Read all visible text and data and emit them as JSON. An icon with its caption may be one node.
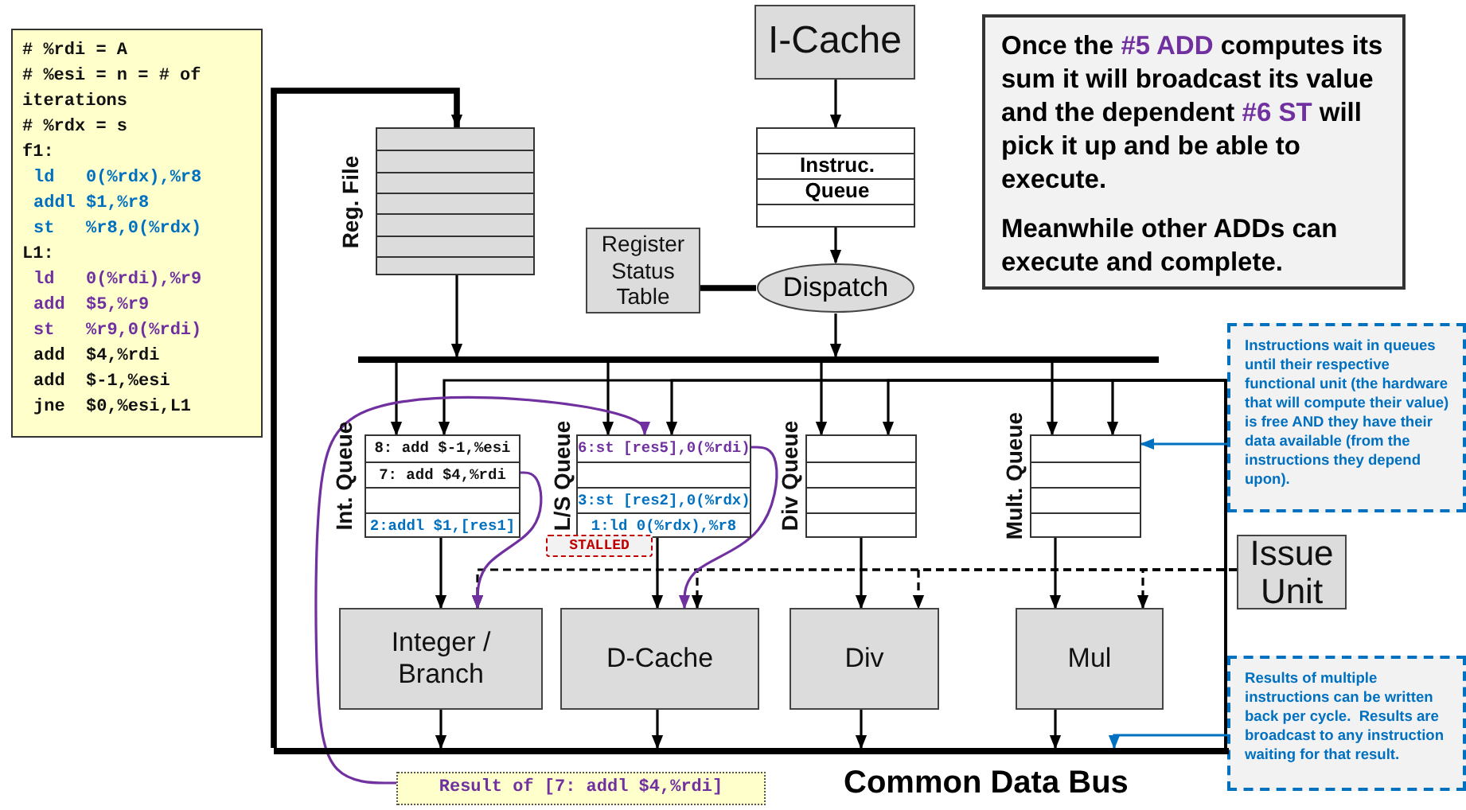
{
  "diagram": {
    "nodes": [
      {
        "text": [
          "# %rdi = A",
          "# %esi = n = # of iterations",
          "# %rdx = s",
          "f1:",
          "ld   0(%rdx),%r8",
          "addl $1,%r8",
          "st   %r8,0(%rdx)",
          "L1:",
          "ld   0(%rdi),%r9",
          "add  $5,%r9",
          "st   %r9,0(%rdi)",
          "add  $4,%rdi",
          "add  $-1,%esi",
          "jne  $0,%esi,L1"
        ]
      },
      {
        "text": [
          "I-Cache"
        ]
      },
      {
        "text": [
          "Instruc. Queue"
        ]
      },
      {
        "text": [
          "Reg. File"
        ]
      },
      {
        "text": [
          "Register Status Table"
        ]
      },
      {
        "text": [
          "Dispatch"
        ]
      },
      {
        "text": [
          "Once the **#5 ADD** computes its sum it will broadcast its value and the dependent **#6 ST** will pick it up and be able to execute.",
          "Meanwhile other ADDs can execute and complete."
        ]
      },
      {
        "text": [
          "Int. Queue",
          "8: add $-1,%esi",
          "7: add $4,%rdi",
          "2:addl $1,[res1]"
        ]
      },
      {
        "text": [
          "L/S Queue",
          "6:st [res5],0(%rdi)",
          "3:st [res2],0(%rdx)",
          "1:ld 0(%rdx),%r8"
        ]
      },
      {
        "text": [
          "STALLED"
        ]
      },
      {
        "text": [
          "Div Queue"
        ]
      },
      {
        "text": [
          "Mult. Queue"
        ]
      },
      {
        "text": [
          "Integer / Branch"
        ]
      },
      {
        "text": [
          "D-Cache"
        ]
      },
      {
        "text": [
          "Div"
        ]
      },
      {
        "text": [
          "Mul"
        ]
      },
      {
        "text": [
          "Issue Unit"
        ]
      },
      {
        "text": [
          "Instructions wait in queues until their respective functional unit (the hardware that will compute their value) is free AND they have their data available (from the instructions they depend upon)."
        ]
      },
      {
        "text": [
          "Results of multiple instructions can be written back per cycle.  Results are broadcast to any instruction waiting for that result."
        ]
      },
      {
        "text": [
          "Result of [7: addl $4,%rdi]"
        ]
      },
      {
        "text": [],
        "shape": "bar",
        "beside": [
          "Common Data Bus"
        ]
      },
      {
        "text": [],
        "shape": "bar"
      }
    ],
    "edges": [
      {
        "from": 1,
        "to": 2,
        "arrow": "to"
      },
      {
        "from": 2,
        "to": 5,
        "arrow": "to"
      },
      {
        "from": 4,
        "to": 5,
        "arrow": "none",
        "style": "thick"
      },
      {
        "from": 5,
        "to": 21,
        "arrow": "to"
      },
      {
        "from": 3,
        "to": 21,
        "arrow": "to"
      },
      {
        "from": 20,
        "to": 3,
        "arrow": "to",
        "style": "thick"
      },
      {
        "from": 21,
        "to": 7,
        "arrow": "to"
      },
      {
        "from": 21,
        "to": 8,
        "arrow": "to"
      },
      {
        "from": 21,
        "to": 10,
        "arrow": "to"
      },
      {
        "from": 21,
        "to": 11,
        "arrow": "to"
      },
      {
        "from": 20,
        "to": 7,
        "arrow": "to"
      },
      {
        "from": 20,
        "to": 8,
        "arrow": "to"
      },
      {
        "from": 20,
        "to": 10,
        "arrow": "to"
      },
      {
        "from": 20,
        "to": 11,
        "arrow": "to"
      },
      {
        "from": 16,
        "to": 12,
        "arrow": "to",
        "style": "dashed"
      },
      {
        "from": 16,
        "to": 13,
        "arrow": "to",
        "style": "dashed"
      },
      {
        "from": 16,
        "to": 14,
        "arrow": "to",
        "style": "dashed"
      },
      {
        "from": 16,
        "to": 15,
        "arrow": "to",
        "style": "dashed"
      },
      {
        "from": 7,
        "to": 12,
        "arrow": "to"
      },
      {
        "from": 8,
        "to": 13,
        "arrow": "to"
      },
      {
        "from": 10,
        "to": 14,
        "arrow": "to"
      },
      {
        "from": 11,
        "to": 15,
        "arrow": "to"
      },
      {
        "from": 12,
        "to": 20,
        "arrow": "to"
      },
      {
        "from": 13,
        "to": 20,
        "arrow": "to"
      },
      {
        "from": 14,
        "to": 20,
        "arrow": "to"
      },
      {
        "from": 15,
        "to": 20,
        "arrow": "to"
      },
      {
        "from": 17,
        "to": 11,
        "arrow": "to",
        "color": "#0070c0"
      },
      {
        "from": 18,
        "to": 20,
        "arrow": "to",
        "color": "#0070c0"
      },
      {
        "from": 7,
        "to": 12,
        "arrow": "to",
        "color": "#7030a0"
      },
      {
        "from": 8,
        "to": 13,
        "arrow": "to",
        "color": "#7030a0"
      },
      {
        "from": 19,
        "to": 8,
        "arrow": "to",
        "color": "#7030a0"
      }
    ]
  }
}
